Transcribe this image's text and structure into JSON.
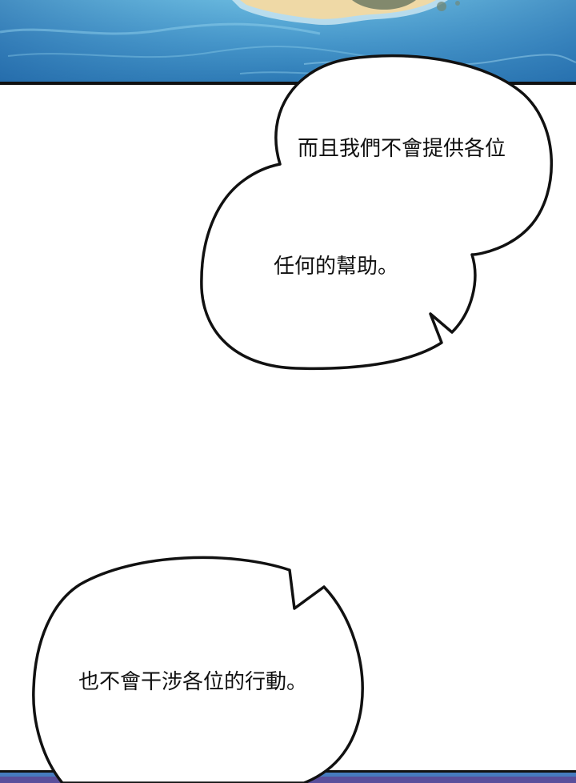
{
  "bubbles": {
    "top": {
      "line1": "而且我們不會提供各位",
      "line2": "任何的幫助。"
    },
    "bottom": {
      "line1": "也不會干涉各位的行動。"
    }
  },
  "colors": {
    "ocean_light": "#5fb0d6",
    "ocean_dark": "#1f6fae",
    "sand": "#efd9a6",
    "panel_border": "#111111",
    "bubble_fill": "#ffffff",
    "bubble_stroke": "#111111",
    "bottom_strip": "#5a4f9c"
  }
}
